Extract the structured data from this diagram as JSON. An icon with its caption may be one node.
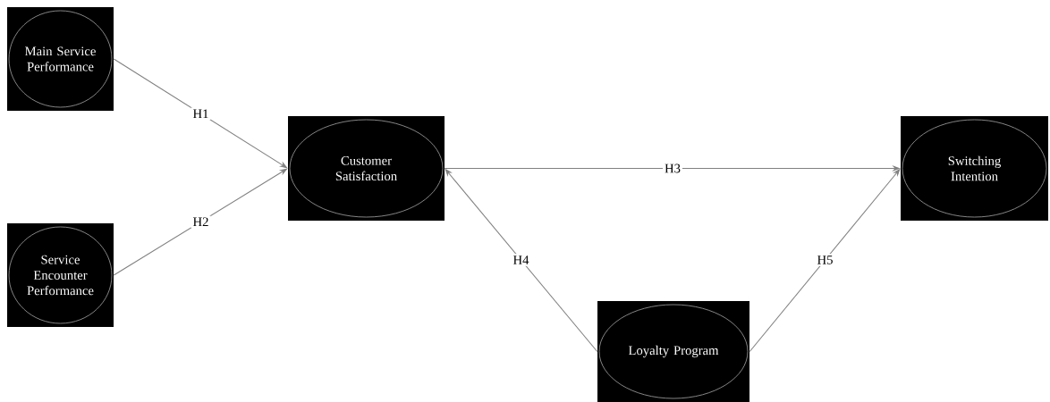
{
  "diagram": {
    "nodes": [
      {
        "text": [
          "Main Service Performance"
        ]
      },
      {
        "text": [
          "Service Encounter Performance"
        ]
      },
      {
        "text": [
          "Customer Satisfaction"
        ]
      },
      {
        "text": [
          "Switching Intention"
        ]
      },
      {
        "text": [
          "Loyalty Program"
        ]
      }
    ],
    "edges": [
      {
        "from": 0,
        "to": 2,
        "arrow": "to",
        "label": "H1"
      },
      {
        "from": 1,
        "to": 2,
        "arrow": "to",
        "label": "H2"
      },
      {
        "from": 2,
        "to": 3,
        "arrow": "to",
        "label": "H3"
      },
      {
        "from": 4,
        "to": 2,
        "arrow": "to",
        "label": "H4"
      },
      {
        "from": 4,
        "to": 3,
        "arrow": "to",
        "label": "H5"
      }
    ]
  }
}
